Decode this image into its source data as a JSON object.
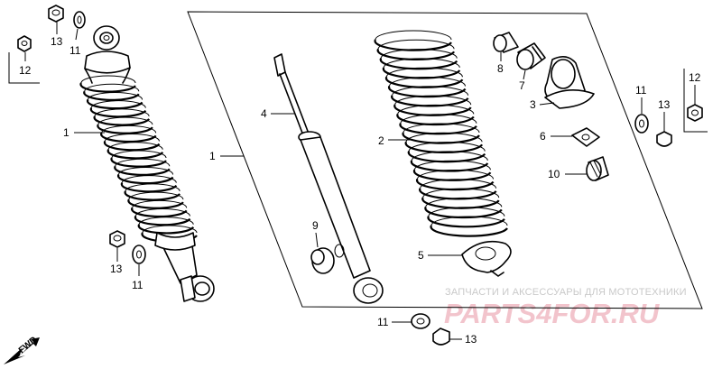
{
  "watermark": {
    "line1": "ЗАПЧАСТИ И АКСЕССУАРЫ ДЛЯ МОТОТЕХНИКИ",
    "line2": "PARTS4FOR.RU",
    "color_line1": "#c9c9c9",
    "color_line2": "#f2c4cc"
  },
  "fwd_label": "FWD",
  "callouts": {
    "c13a": "13",
    "c11a": "11",
    "c12a": "12",
    "c1a": "1",
    "c13b": "13",
    "c11b": "11",
    "c1b": "1",
    "c4": "4",
    "c9": "9",
    "c2": "2",
    "c5": "5",
    "c8": "8",
    "c7": "7",
    "c3": "3",
    "c6": "6",
    "c10": "10",
    "c11c": "11",
    "c13c": "13",
    "c12b": "12",
    "c11d": "11",
    "c13d": "13"
  }
}
